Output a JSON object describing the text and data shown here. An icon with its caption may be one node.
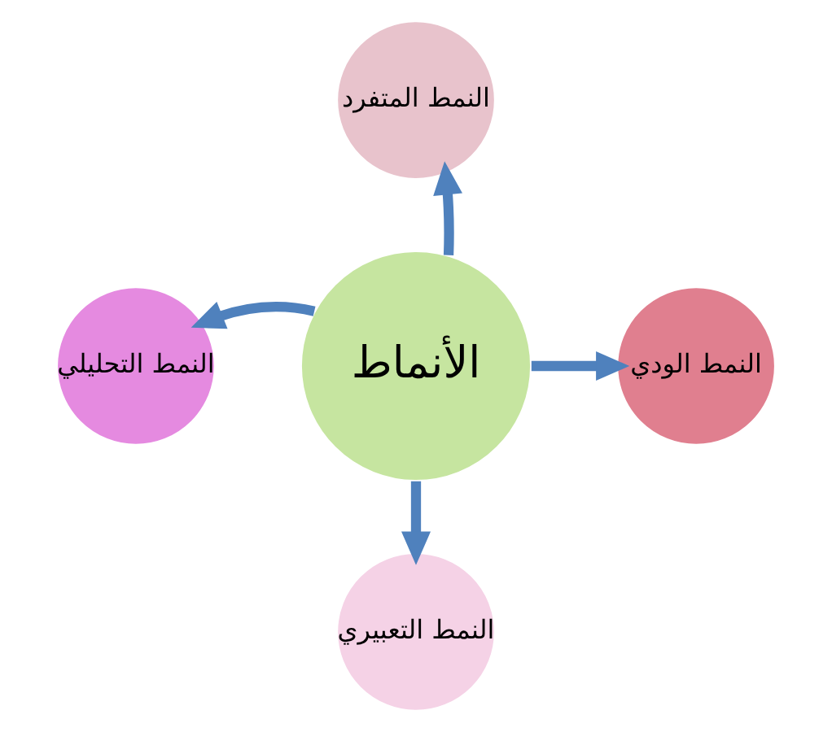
{
  "diagram": {
    "nodes": [
      {
        "text": [
          "الأنماط"
        ]
      },
      {
        "text": [
          "النمط المتفرد"
        ]
      },
      {
        "text": [
          "النمط الودي"
        ]
      },
      {
        "text": [
          "النمط التعبيري"
        ]
      },
      {
        "text": [
          "النمط التحليلي"
        ]
      }
    ],
    "edges": [
      {
        "from": 0,
        "to": 1,
        "arrow": "to"
      },
      {
        "from": 0,
        "to": 2,
        "arrow": "to"
      },
      {
        "from": 0,
        "to": 3,
        "arrow": "to"
      },
      {
        "from": 0,
        "to": 4,
        "arrow": "to"
      }
    ]
  }
}
